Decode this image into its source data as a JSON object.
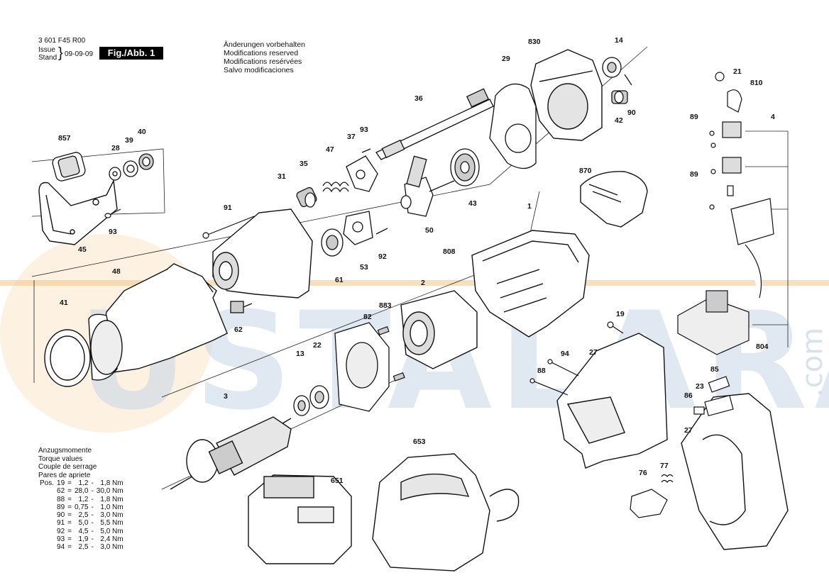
{
  "header": {
    "doc_number": "3 601 F45 R00",
    "issue_label": "Issue",
    "stand_label": "Stand",
    "date": "09-09-09",
    "fig_label": "Fig./Abb. 1"
  },
  "notes": [
    "Änderungen vorbehalten",
    "Modifications reserved",
    "Modifications resérvées",
    "Salvo modificaciones"
  ],
  "torque": {
    "headings": [
      "Anzugsmomente",
      "Torque values",
      "Couple de serrage",
      "Pares de apriete"
    ],
    "pos_label": "Pos.",
    "rows": [
      {
        "pos": "19",
        "min": "1,2",
        "max": "1,8 Nm"
      },
      {
        "pos": "62",
        "min": "28,0",
        "max": "30,0 Nm"
      },
      {
        "pos": "88",
        "min": "1,2",
        "max": "1,8 Nm"
      },
      {
        "pos": "89",
        "min": "0,75",
        "max": "1,0 Nm"
      },
      {
        "pos": "90",
        "min": "2,5",
        "max": "3,0 Nm"
      },
      {
        "pos": "91",
        "min": "5,0",
        "max": "5,5 Nm"
      },
      {
        "pos": "92",
        "min": "4,5",
        "max": "5,0 Nm"
      },
      {
        "pos": "93",
        "min": "1,9",
        "max": "2,4 Nm"
      },
      {
        "pos": "94",
        "min": "2,5",
        "max": "3,0 Nm"
      }
    ]
  },
  "watermark": {
    "text": "USTALARA",
    "suffix": ".com",
    "color": "#f2c488",
    "text_color": "#c8d6e6"
  },
  "part_labels": [
    "857",
    "28",
    "39",
    "40",
    "45",
    "93",
    "48",
    "41",
    "91",
    "35",
    "31",
    "47",
    "37",
    "93",
    "36",
    "29",
    "830",
    "14",
    "90",
    "42",
    "61",
    "53",
    "92",
    "50",
    "43",
    "62",
    "1",
    "808",
    "870",
    "21",
    "810",
    "4",
    "89",
    "89",
    "804",
    "2",
    "883",
    "82",
    "19",
    "27",
    "94",
    "88",
    "85",
    "23",
    "86",
    "27",
    "13",
    "22",
    "3",
    "653",
    "651",
    "76",
    "77"
  ]
}
